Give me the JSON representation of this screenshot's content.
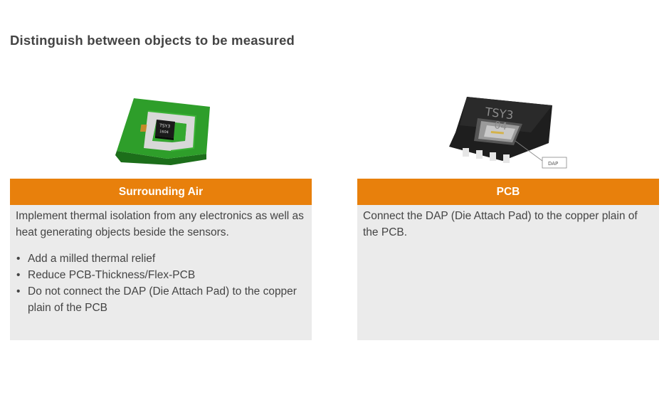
{
  "title": "Distinguish between objects to be measured",
  "left_panel": {
    "heading": "Surrounding Air",
    "intro": "Implement thermal isolation from any electronics as well as heat generating objects beside the sensors.",
    "bullets": [
      "Add a milled thermal relief",
      "Reduce PCB-Thickness/Flex-PCB",
      "Do not connect the DAP (Die Attach Pad) to the copper plain of the PCB"
    ],
    "image": {
      "chip_line1": "TSY3",
      "chip_line2": "1604"
    }
  },
  "right_panel": {
    "heading": "PCB",
    "text": "Connect the DAP (Die Attach Pad) to the copper plain of the PCB.",
    "image": {
      "chip_line1": "TSY3",
      "chip_line2": "04",
      "callout": "DAP"
    }
  },
  "colors": {
    "header": "#e8800c",
    "panel": "#ebebeb",
    "pcb_green": "#2e9e2a"
  }
}
